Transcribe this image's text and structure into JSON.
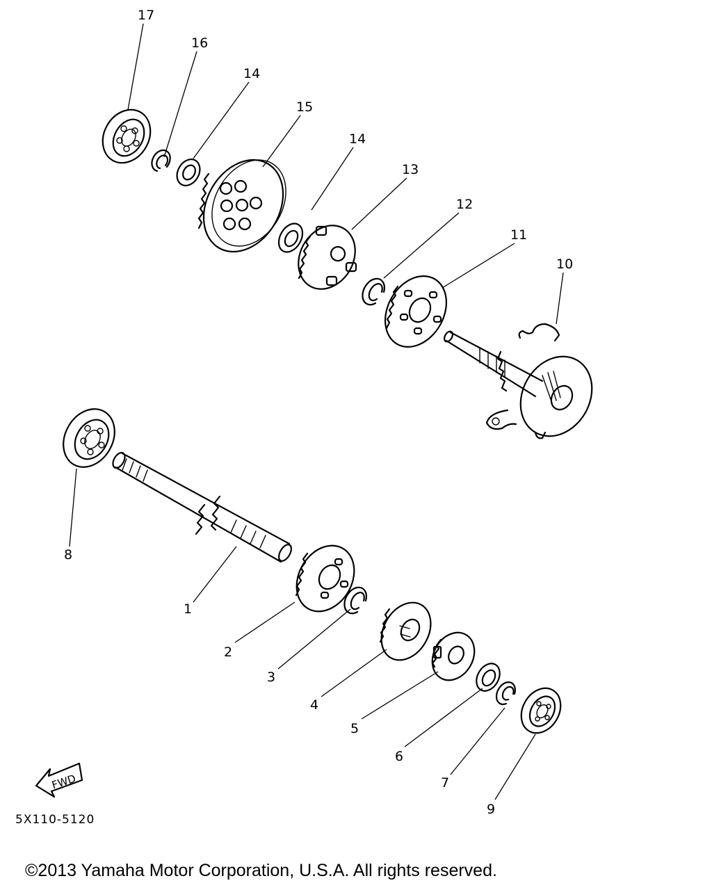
{
  "diagram": {
    "callouts": {
      "c1": "1",
      "c2": "2",
      "c3": "3",
      "c4": "4",
      "c5": "5",
      "c6": "6",
      "c7": "7",
      "c8": "8",
      "c9": "9",
      "c10": "10",
      "c11": "11",
      "c12": "12",
      "c13": "13",
      "c14a": "14",
      "c14b": "14",
      "c15": "15",
      "c16": "16",
      "c17": "17"
    },
    "fwd_label": "FWD",
    "drawing_code": "5X110-5120"
  },
  "footer": {
    "copyright": "©2013 Yamaha Motor Corporation, U.S.A. All rights reserved."
  }
}
